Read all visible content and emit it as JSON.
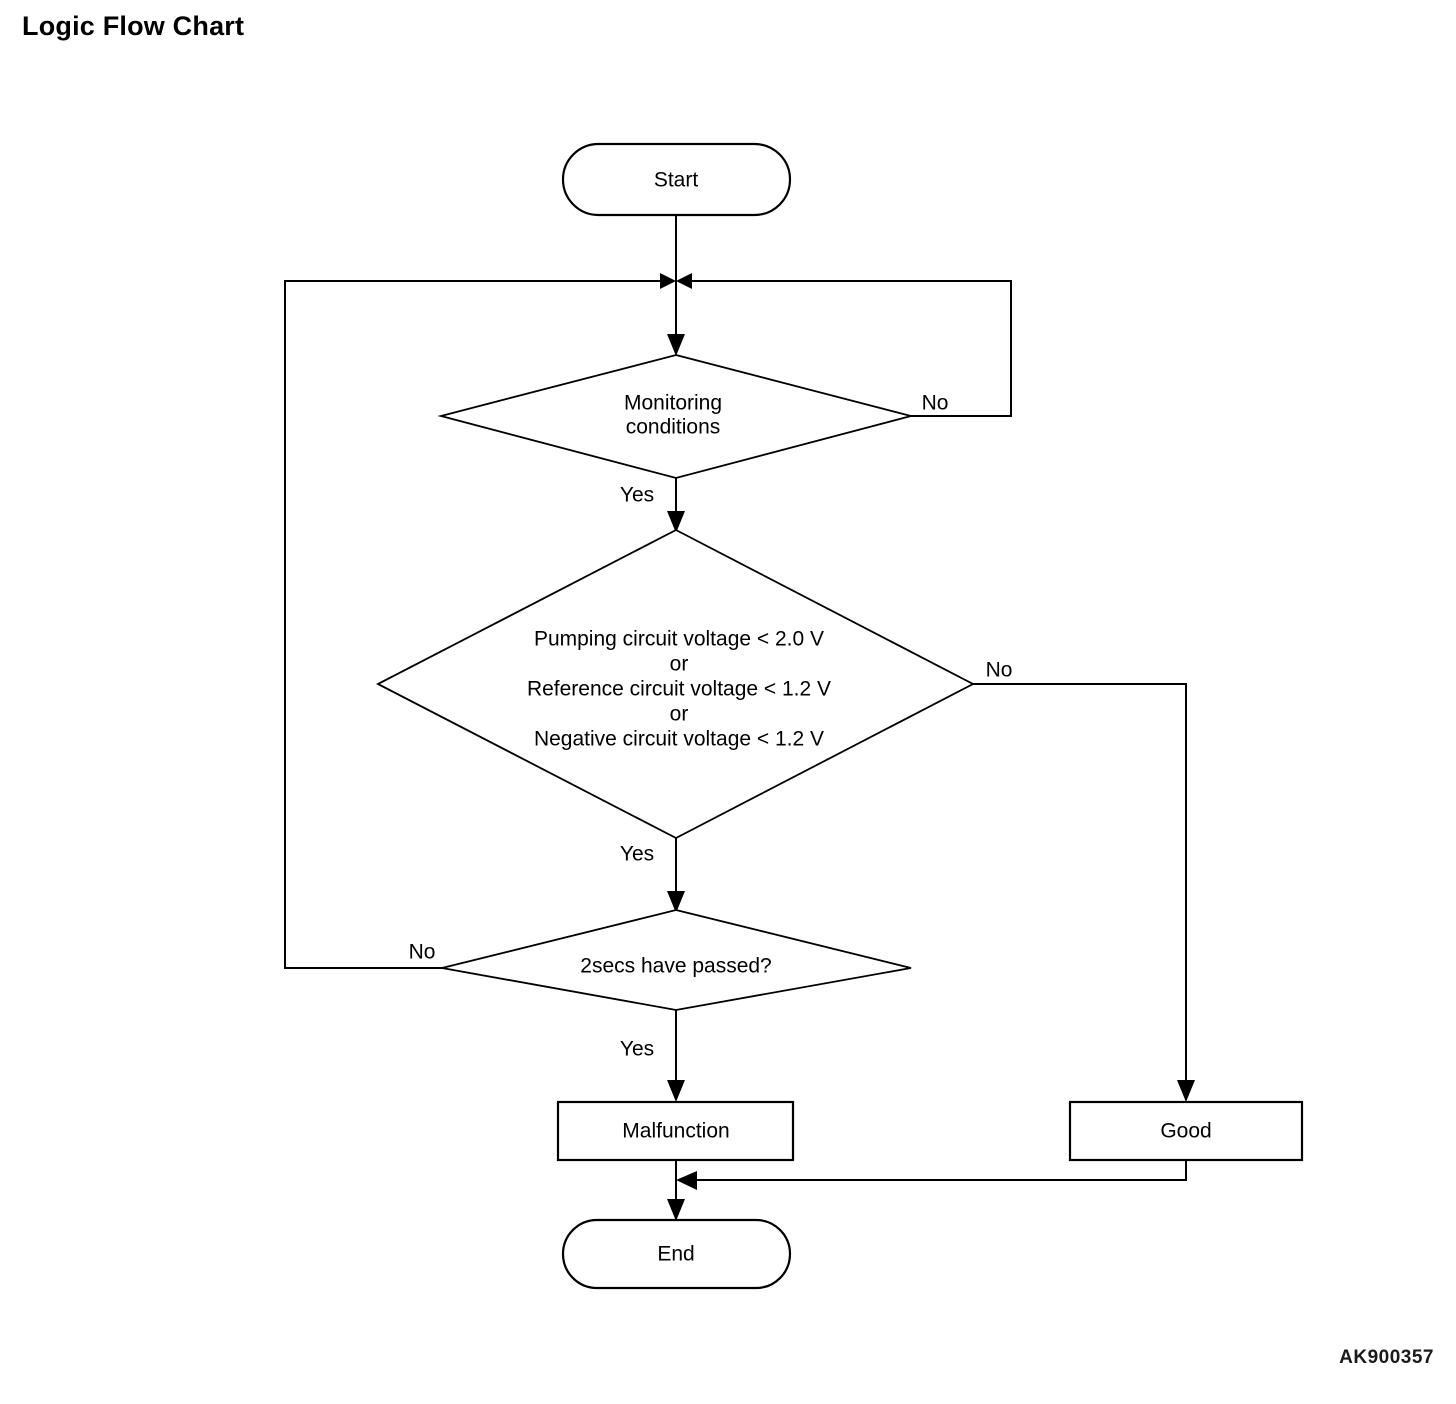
{
  "page": {
    "title": "Logic Flow Chart",
    "figure_code": "AK900357",
    "background_color": "#ffffff",
    "line_color": "#000000"
  },
  "chart_data": {
    "type": "diagram",
    "diagram_kind": "flowchart",
    "title": "Logic Flow Chart",
    "nodes": [
      {
        "id": "start",
        "shape": "terminator",
        "label": "Start"
      },
      {
        "id": "monitoring",
        "shape": "decision",
        "label": "Monitoring conditions",
        "lines": [
          "Monitoring",
          "conditions"
        ]
      },
      {
        "id": "voltage",
        "shape": "decision",
        "label": "Pumping circuit voltage < 2.0 V or Reference circuit voltage < 1.2 V or Negative circuit voltage < 1.2 V",
        "lines": [
          "Pumping circuit voltage < 2.0 V",
          "or",
          "Reference circuit voltage < 1.2 V",
          "or",
          "Negative circuit voltage < 1.2 V"
        ]
      },
      {
        "id": "timer",
        "shape": "decision",
        "label": "2secs have passed?",
        "lines": [
          "2secs have passed?"
        ]
      },
      {
        "id": "malfunction",
        "shape": "process",
        "label": "Malfunction"
      },
      {
        "id": "good",
        "shape": "process",
        "label": "Good"
      },
      {
        "id": "end",
        "shape": "terminator",
        "label": "End"
      }
    ],
    "edges": [
      {
        "from": "start",
        "to": "monitoring",
        "label": ""
      },
      {
        "from": "monitoring",
        "to": "voltage",
        "label": "Yes"
      },
      {
        "from": "monitoring",
        "to": "monitoring",
        "label": "No"
      },
      {
        "from": "voltage",
        "to": "timer",
        "label": "Yes"
      },
      {
        "from": "voltage",
        "to": "good",
        "label": "No"
      },
      {
        "from": "timer",
        "to": "malfunction",
        "label": "Yes"
      },
      {
        "from": "timer",
        "to": "monitoring",
        "label": "No"
      },
      {
        "from": "malfunction",
        "to": "end",
        "label": ""
      },
      {
        "from": "good",
        "to": "end",
        "label": ""
      }
    ]
  },
  "nodes": {
    "start": {
      "label": "Start"
    },
    "monitoring": {
      "line1": "Monitoring",
      "line2": "conditions"
    },
    "voltage": {
      "line1": "Pumping circuit voltage < 2.0 V",
      "line2": "or",
      "line3": "Reference circuit voltage < 1.2 V",
      "line4": "or",
      "line5": "Negative circuit voltage < 1.2 V"
    },
    "timer": {
      "label": "2secs have passed?"
    },
    "malfunction": {
      "label": "Malfunction"
    },
    "good": {
      "label": "Good"
    },
    "end": {
      "label": "End"
    }
  },
  "labels": {
    "monitoring_no": "No",
    "monitoring_yes": "Yes",
    "voltage_no": "No",
    "voltage_yes": "Yes",
    "timer_no": "No",
    "timer_yes": "Yes"
  }
}
